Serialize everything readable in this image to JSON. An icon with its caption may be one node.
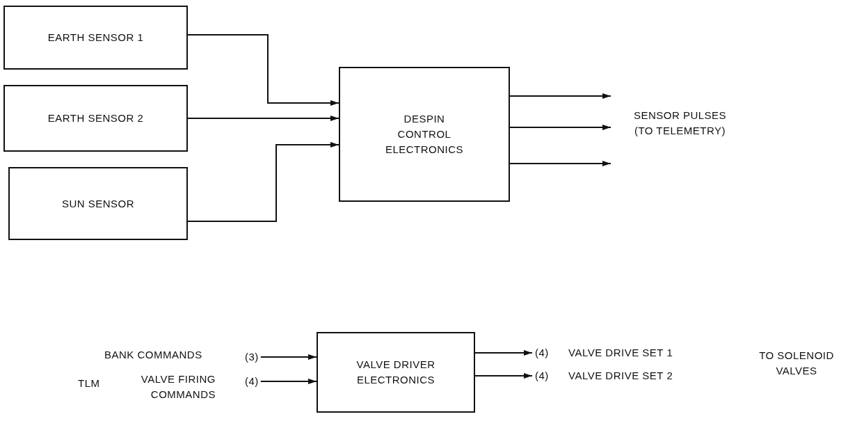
{
  "diagram": {
    "nodes": [
      {
        "text": [
          "EARTH SENSOR 1"
        ]
      },
      {
        "text": [
          "EARTH SENSOR 2"
        ]
      },
      {
        "text": [
          "SUN SENSOR"
        ]
      },
      {
        "text": [
          "DESPIN CONTROL ELECTRONICS"
        ]
      },
      {
        "text": [
          "VALVE DRIVER ELECTRONICS"
        ]
      },
      {
        "text": [
          "(3)"
        ]
      },
      {
        "text": [
          "(4)"
        ]
      },
      {
        "text": [
          "(4)"
        ]
      },
      {
        "text": [
          "(4)"
        ]
      }
    ],
    "edges": [
      {
        "from": 0,
        "to": 3,
        "arrow": "to"
      },
      {
        "from": 1,
        "to": 3,
        "arrow": "to"
      },
      {
        "from": 2,
        "to": 3,
        "arrow": "to"
      },
      {
        "from": 3,
        "to": null,
        "arrow": "to"
      },
      {
        "from": 3,
        "to": null,
        "arrow": "to"
      },
      {
        "from": 3,
        "to": null,
        "arrow": "to"
      },
      {
        "from": 5,
        "to": 4,
        "arrow": "to"
      },
      {
        "from": 6,
        "to": 4,
        "arrow": "to"
      },
      {
        "from": 4,
        "to": 7,
        "arrow": "to"
      },
      {
        "from": 4,
        "to": 8,
        "arrow": "to"
      }
    ],
    "labels": [
      "SENSOR PULSES (TO TELEMETRY)",
      "BANK COMMANDS",
      "TLM",
      "VALVE FIRING COMMANDS",
      "VALVE DRIVE SET 1",
      "VALVE DRIVE SET 2",
      "TO SOLENOID VALVES"
    ]
  }
}
